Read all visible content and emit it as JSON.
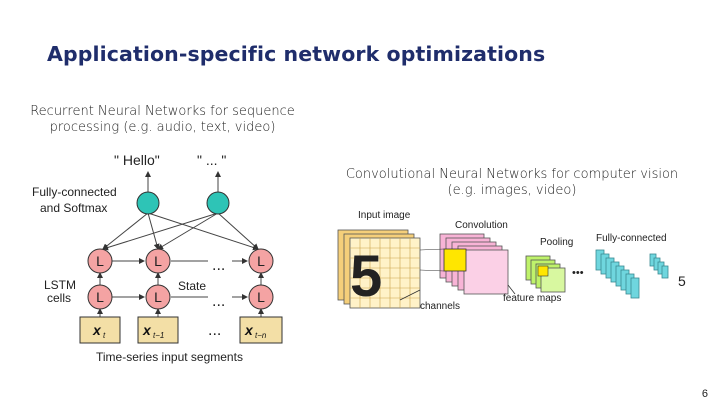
{
  "slide": {
    "title": "Application-specific network optimizations",
    "page_number": "6"
  },
  "rnn": {
    "caption_line1": "Recurrent Neural Networks for sequence",
    "caption_line2": "processing (e.g. audio, text, video)",
    "output_hello": "\" Hello\"",
    "output_ellipsis": "\" ... \"",
    "fc_label_line1": "Fully-connected",
    "fc_label_line2": "and Softmax",
    "lstm_label_line1": "LSTM",
    "lstm_label_line2": "cells",
    "cell_letter": "L",
    "state_label": "State",
    "dots": "...",
    "input_x_t": "x",
    "input_sub_t": "t",
    "input_sub_t1": "t−1",
    "input_sub_tn": "t−n",
    "footer_label": "Time-series input segments",
    "colors": {
      "node": "#2ec4b6",
      "lstm": "#f4a3a3",
      "input": "#f3dfa6"
    }
  },
  "cnn": {
    "caption_line1": "Convolutional Neural Networks for computer vision",
    "caption_line2": "(e.g. images, video)",
    "label_input_image": "Input image",
    "label_convolution": "Convolution",
    "label_pooling": "Pooling",
    "label_fully_connected": "Fully-connected",
    "label_channels": "channels",
    "label_feature_maps": "feature maps",
    "digit": "5",
    "output_digit": "5",
    "dots": "•••",
    "colors": {
      "input": "#f5cf7a",
      "conv": "#f8b3d6",
      "pool": "#bff26b",
      "fc": "#6fd6de",
      "highlight": "#ffe600"
    }
  }
}
